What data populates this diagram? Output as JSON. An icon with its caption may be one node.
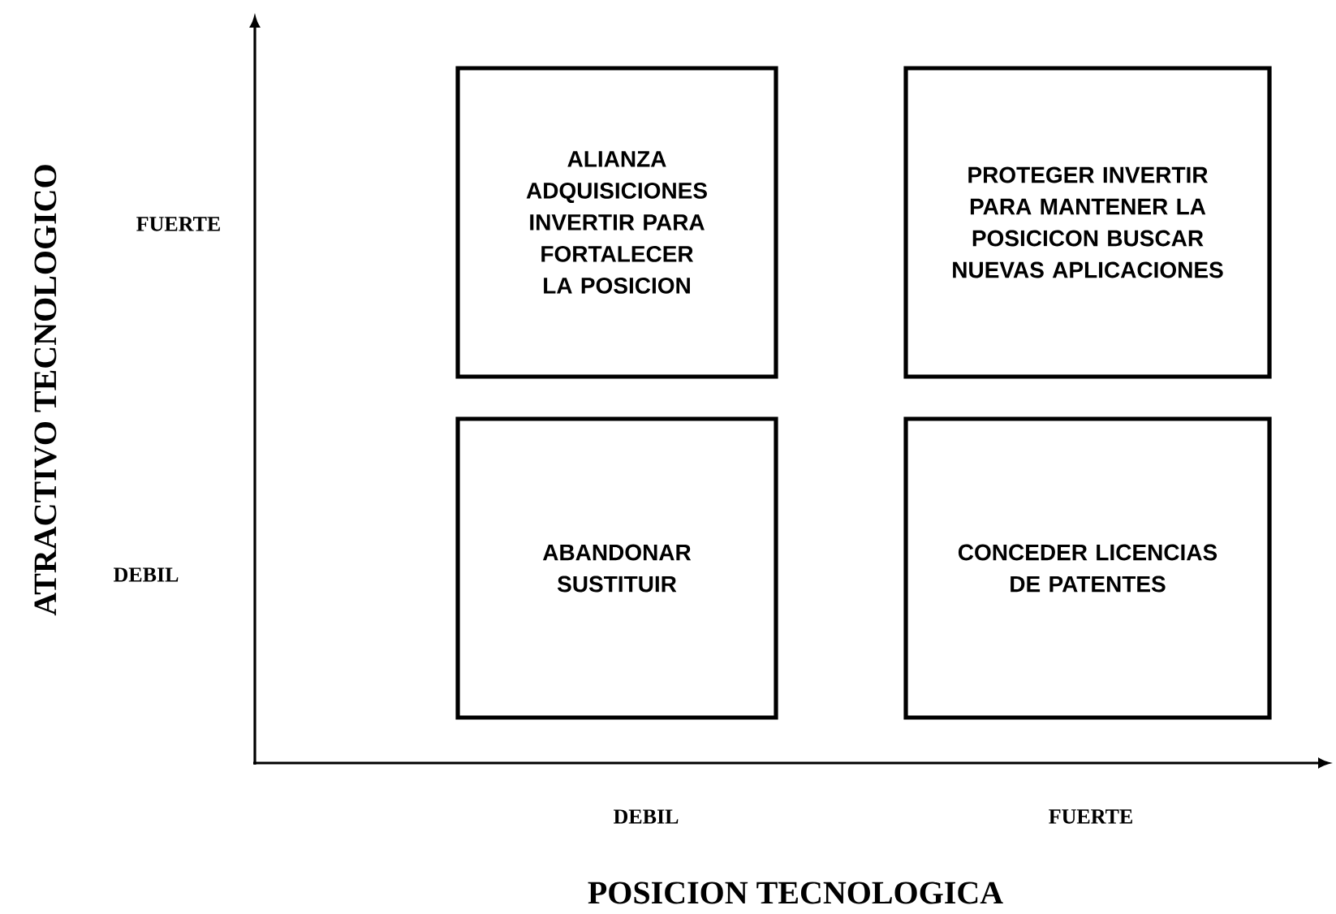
{
  "diagram": {
    "nodes": [
      {
        "text": [
          "ALIANZA ADQUISICIONES INVERTIR PARA FORTALECER LA POSICION"
        ]
      },
      {
        "text": [
          "PROTEGER INVERTIR PARA MANTENER LA POSICICON BUSCAR NUEVAS APLICACIONES"
        ]
      },
      {
        "text": [
          "ABANDONAR SUSTITUIR"
        ]
      },
      {
        "text": [
          "CONCEDER LICENCIAS DE PATENTES"
        ]
      }
    ],
    "labels": [
      "ATRACTIVO TECNOLOGICO",
      "FUERTE",
      "DEBIL",
      "DEBIL",
      "FUERTE",
      "POSICION TECNOLOGICA"
    ]
  }
}
